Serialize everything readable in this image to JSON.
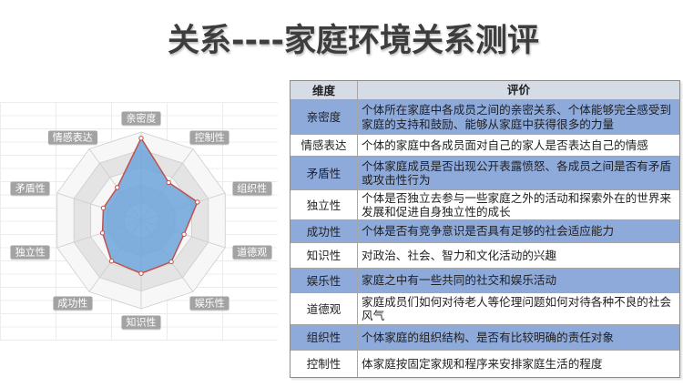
{
  "title": "关系----家庭环境关系测评",
  "chart_data": {
    "type": "radar",
    "categories": [
      "亲密度",
      "控制性",
      "组织性",
      "道德观",
      "娱乐性",
      "知识性",
      "成功性",
      "独立性",
      "矛盾性",
      "情感表达"
    ],
    "values": [
      0.93,
      0.53,
      0.67,
      0.51,
      0.58,
      0.6,
      0.57,
      0.46,
      0.45,
      0.46
    ],
    "range": [
      0,
      1
    ],
    "grid": true,
    "grid_levels": 5,
    "colors": {
      "area_fill": "#6fa5db",
      "line": "#c0504d",
      "marker_fill": "#ffffff",
      "grid_band_light": "#f7f7f7",
      "grid_band_dark": "#e4e4e4",
      "axis_label_bg": "#a3a3a3"
    }
  },
  "table": {
    "headers": [
      "维度",
      "评价"
    ],
    "rows": [
      {
        "dimension": "亲密度",
        "evaluation": "个体所在家庭中各成员之间的亲密关系、个体能够完全感受到家庭的支持和鼓励、能够从家庭中获得很多的力量",
        "shaded": true
      },
      {
        "dimension": "情感表达",
        "evaluation": "个体的家庭中各成员面对自己的家人是否表达自己的情感",
        "shaded": false
      },
      {
        "dimension": "矛盾性",
        "evaluation": "个体家庭成员是否出现公开表露愤怒、各成员之间是否有矛盾或攻击性行为",
        "shaded": true
      },
      {
        "dimension": "独立性",
        "evaluation": "个体是否独立去参与一些家庭之外的活动和探索外在的世界来发展和促进自身独立性的成长",
        "shaded": false
      },
      {
        "dimension": "成功性",
        "evaluation": "个体是否有竞争意识是否具有足够的社会适应能力",
        "shaded": true
      },
      {
        "dimension": "知识性",
        "evaluation": "对政治、社会、智力和文化活动的兴趣",
        "shaded": false
      },
      {
        "dimension": "娱乐性",
        "evaluation": "家庭之中有一些共同的社交和娱乐活动",
        "shaded": true
      },
      {
        "dimension": "道德观",
        "evaluation": "家庭成员们如何对待老人等伦理问题如何对待各种不良的社会风气",
        "shaded": false
      },
      {
        "dimension": "组织性",
        "evaluation": "个体家庭的组织结构、是否有比较明确的责任对象",
        "shaded": true
      },
      {
        "dimension": "控制性",
        "evaluation": "体家庭按固定家规和程序来安排家庭生活的程度",
        "shaded": false
      }
    ],
    "colors": {
      "header_bg": "#d6dce5",
      "shaded_row_bg": "#8eaadb",
      "plain_row_bg": "#ffffff"
    }
  }
}
